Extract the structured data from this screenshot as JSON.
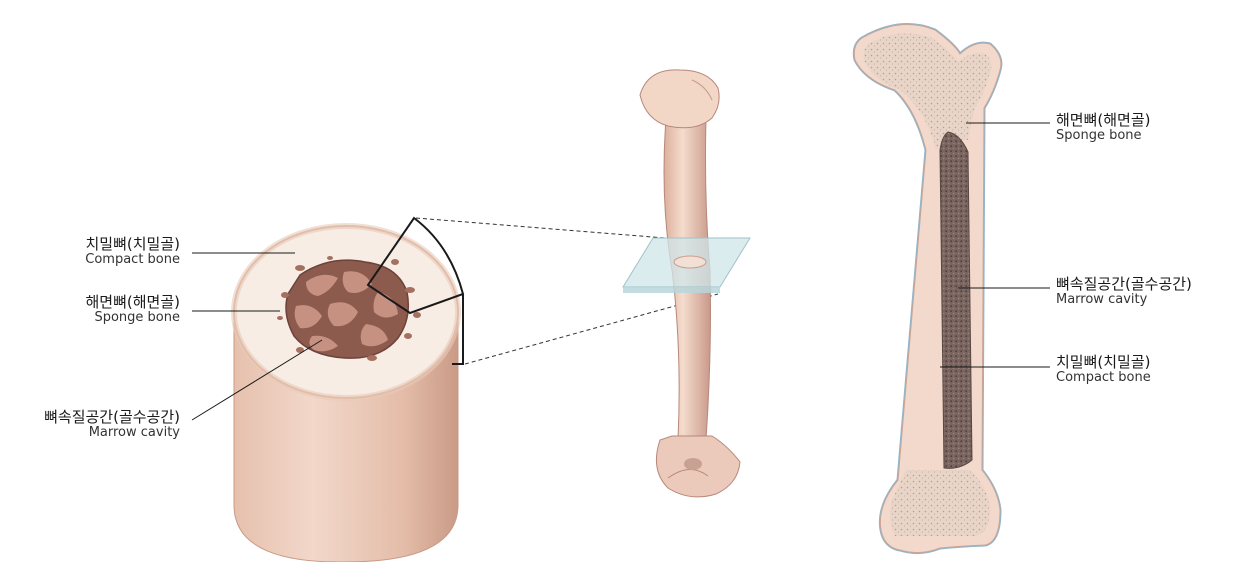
{
  "labels": {
    "cross_section": {
      "compact": {
        "ko": "치밀뼈(치밀골)",
        "en": "Compact bone"
      },
      "sponge": {
        "ko": "해면뼈(해면골)",
        "en": "Sponge bone"
      },
      "marrow": {
        "ko": "뼈속질공간(골수공간)",
        "en": "Marrow cavity"
      }
    },
    "long_section": {
      "sponge": {
        "ko": "해면뼈(해면골)",
        "en": "Sponge bone"
      },
      "marrow": {
        "ko": "뼈속질공간(골수공간)",
        "en": "Marrow cavity"
      },
      "compact": {
        "ko": "치밀뼈(치밀골)",
        "en": "Compact bone"
      }
    }
  },
  "colors": {
    "bone_skin": "#efd6c8",
    "bone_shade": "#d9b3a0",
    "compact_face": "#f7ece3",
    "sponge": "#a06b5e",
    "marrow_dark": "#6e5a55",
    "glass": "#cfe6ea",
    "outline": "#9aa9b4"
  }
}
